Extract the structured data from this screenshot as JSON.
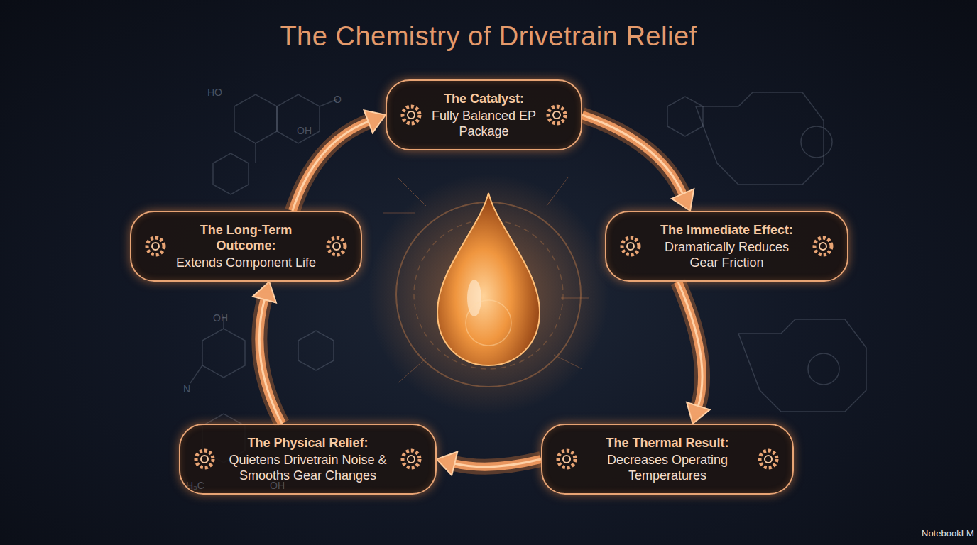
{
  "diagram": {
    "title": "The Chemistry of Drivetrain Relief",
    "nodes": [
      {
        "text": [
          "The Catalyst:",
          "Fully Balanced EP Package"
        ]
      },
      {
        "text": [
          "The Immediate Effect:",
          "Dramatically Reduces Gear Friction"
        ]
      },
      {
        "text": [
          "The Thermal Result:",
          "Decreases Operating Temperatures"
        ]
      },
      {
        "text": [
          "The Physical Relief:",
          "Quietens Drivetrain Noise & Smooths Gear Changes"
        ]
      },
      {
        "text": [
          "The Long-Term Outcome:",
          "Extends Component Life"
        ]
      }
    ],
    "edges": [
      {
        "from": 0,
        "to": 1,
        "arrow": "to"
      },
      {
        "from": 1,
        "to": 2,
        "arrow": "to"
      },
      {
        "from": 2,
        "to": 3,
        "arrow": "to"
      },
      {
        "from": 3,
        "to": 4,
        "arrow": "to"
      },
      {
        "from": 4,
        "to": 0,
        "arrow": "to"
      }
    ],
    "labels": [
      "HO",
      "O",
      "OH",
      "OH",
      "N",
      "H₃C",
      "OH",
      "NotebookLM"
    ]
  }
}
